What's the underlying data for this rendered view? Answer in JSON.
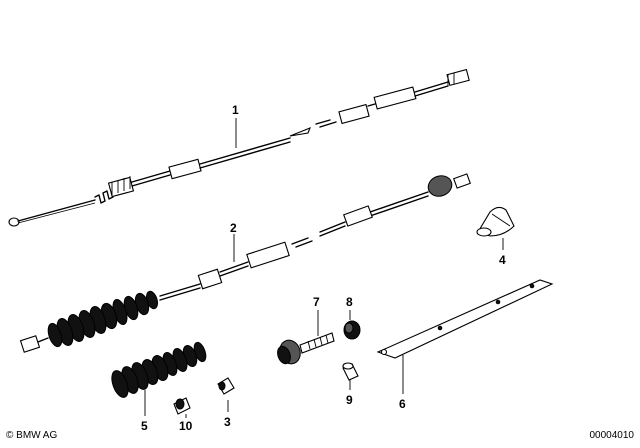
{
  "diagram": {
    "labels": {
      "part_1": "1",
      "part_2": "2",
      "part_3": "3",
      "part_4": "4",
      "part_5": "5",
      "part_6": "6",
      "part_7": "7",
      "part_8": "8",
      "part_9": "9",
      "part_10": "10"
    }
  },
  "footer": {
    "copyright": "© BMW AG",
    "reference": "00004010"
  }
}
